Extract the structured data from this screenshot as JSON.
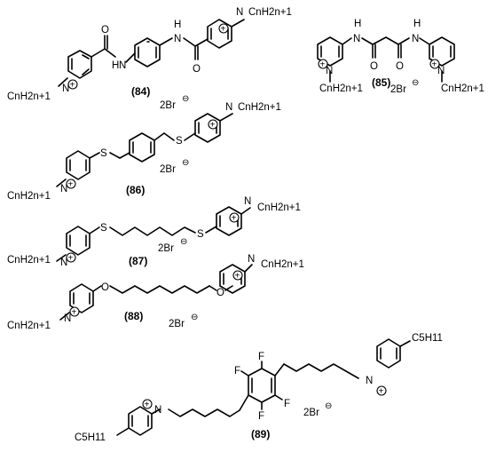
{
  "compounds": [
    {
      "label": "(84)",
      "counterion": "2Br",
      "substituent": "CnH2n+1"
    },
    {
      "label": "(85)",
      "counterion": "2Br",
      "substituent": "CnH2n+1"
    },
    {
      "label": "(86)",
      "counterion": "2Br",
      "substituent": "CnH2n+1"
    },
    {
      "label": "(87)",
      "counterion": "2Br",
      "substituent": "CnH2n+1"
    },
    {
      "label": "(88)",
      "counterion": "2Br",
      "substituent": "CnH2n+1"
    },
    {
      "label": "(89)",
      "counterion": "2Br",
      "substituent": "C5H11"
    }
  ],
  "atoms": {
    "N": "N",
    "H": "H",
    "O": "O",
    "S": "S",
    "F": "F"
  }
}
